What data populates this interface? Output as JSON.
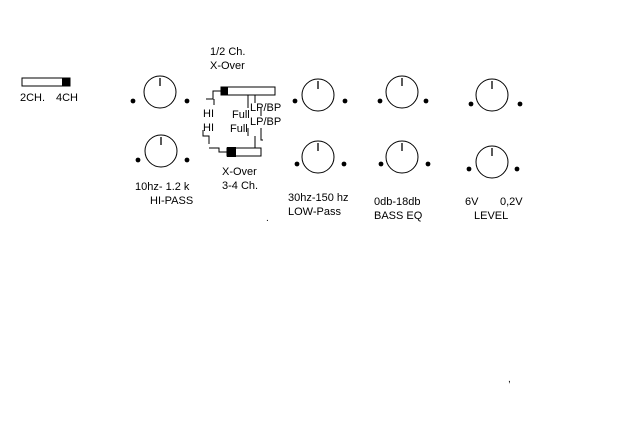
{
  "ch_switch": {
    "left_label": "2CH.",
    "right_label": "4CH"
  },
  "hipass": {
    "range_label": "10hz- 1.2 k",
    "title": "HI-PASS"
  },
  "xover": {
    "top_label_line1": "1/2 Ch.",
    "top_label_line2": "X-Over",
    "bottom_label_line1": "X-Over",
    "bottom_label_line2": "3-4 Ch.",
    "opt_hi_1": "HI",
    "opt_hi_2": "HI",
    "opt_full_1": "Full",
    "opt_full_2": "Full",
    "opt_lpbp_1": "LP/BP",
    "opt_lpbp_2": "LP/BP"
  },
  "lowpass": {
    "range_label": "30hz-150 hz",
    "title": "LOW-Pass"
  },
  "basseq": {
    "range_label": "0db-18db",
    "title": "BASS EQ"
  },
  "level": {
    "min_label": "6V",
    "max_label": "0,2V",
    "title": "LEVEL"
  },
  "stray_marks": {
    "dot": ".",
    "comma": ","
  }
}
